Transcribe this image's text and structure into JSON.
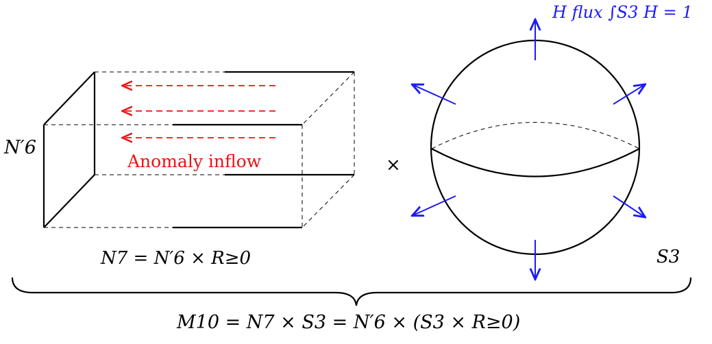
{
  "labels": {
    "n6_prime": "N′6",
    "anomaly_inflow": "Anomaly inflow",
    "times": "×",
    "n7_equation": "N7 = N′6 × R≥0",
    "s3": "S3",
    "h_flux": "H flux ∫S3 H = 1",
    "m10_equation": "M10 = N7 × S3 = N′6 × (S3 × R≥0)"
  },
  "colors": {
    "ink": "#000000",
    "inflow": "#ee1111",
    "flux": "#1a1aff"
  },
  "icons": {
    "inflow_arrows": "dashed-left-arrow",
    "flux_arrows": "outward-arrow"
  }
}
